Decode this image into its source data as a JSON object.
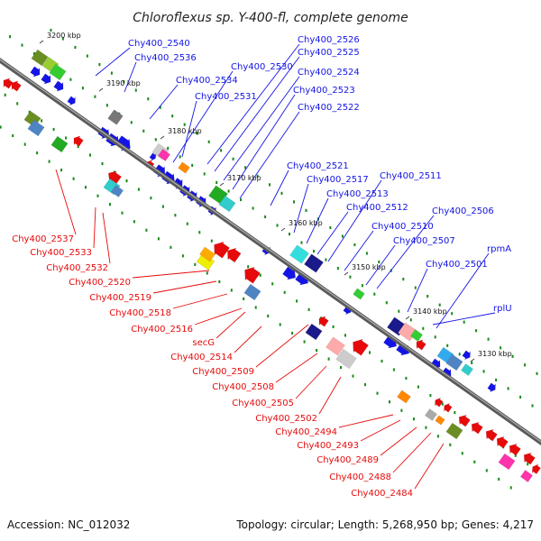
{
  "title": "Chloroflexus sp. Y-400-fl, complete genome",
  "accession": "Accession: NC_012032",
  "summary": "Topology: circular; Length: 5,268,950 bp; Genes: 4,217",
  "colors": {
    "forward_strand": "#1414e6",
    "reverse_strand": "#e60a0a",
    "backbone": "#777777",
    "ticks": "#1a8a1a"
  },
  "kbp_ticks": [
    "3200 kbp",
    "3190 kbp",
    "3180 kbp",
    "3170 kbp",
    "3160 kbp",
    "3150 kbp",
    "3140 kbp",
    "3130 kbp"
  ],
  "forward_labels": [
    "Chy400_2540",
    "Chy400_2536",
    "Chy400_2534",
    "Chy400_2530",
    "Chy400_2531",
    "Chy400_2526",
    "Chy400_2525",
    "Chy400_2524",
    "Chy400_2523",
    "Chy400_2522",
    "Chy400_2521",
    "Chy400_2517",
    "Chy400_2513",
    "Chy400_2512",
    "Chy400_2511",
    "Chy400_2510",
    "Chy400_2507",
    "Chy400_2506",
    "Chy400_2501",
    "rplU",
    "rpmA"
  ],
  "reverse_labels": [
    "Chy400_2537",
    "Chy400_2533",
    "Chy400_2532",
    "Chy400_2520",
    "Chy400_2519",
    "Chy400_2518",
    "Chy400_2516",
    "secG",
    "Chy400_2514",
    "Chy400_2509",
    "Chy400_2508",
    "Chy400_2505",
    "Chy400_2502",
    "Chy400_2494",
    "Chy400_2493",
    "Chy400_2489",
    "Chy400_2488",
    "Chy400_2484"
  ]
}
